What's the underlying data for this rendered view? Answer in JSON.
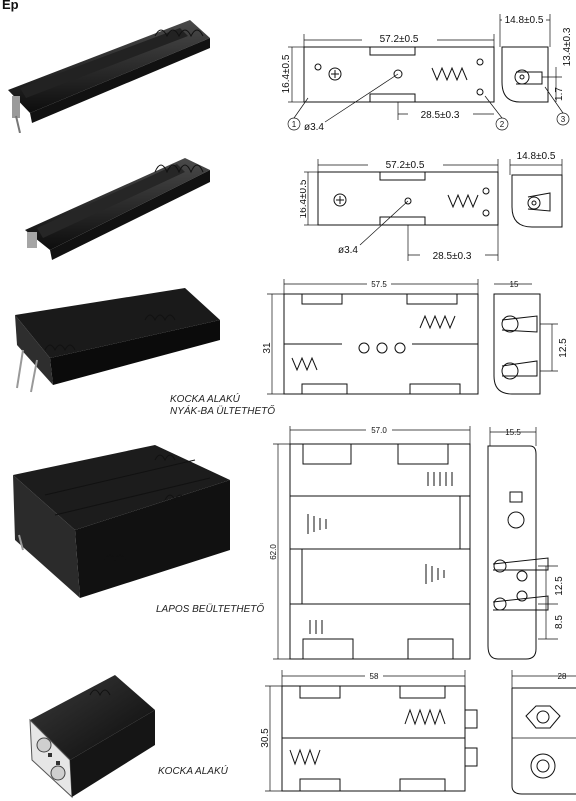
{
  "header": {
    "label": "Ep"
  },
  "rows": [
    {
      "id": "single-aa-holder-1",
      "caption": [],
      "dims": {
        "length": "57.2±0.5",
        "height": "16.4±0.5",
        "offset": "28.5±0.3",
        "hole": "ø3.4",
        "side_width": "14.8±0.5",
        "side_a": "13.4±0.3",
        "side_b": "1.7",
        "callout_1": "1",
        "callout_2": "2",
        "callout_3": "3"
      }
    },
    {
      "id": "single-aa-holder-2",
      "caption": [],
      "dims": {
        "length": "57.2±0.5",
        "height": "16.4±0.5",
        "offset": "28.5±0.3",
        "hole": "ø3.4",
        "side_width": "14.8±0.5"
      }
    },
    {
      "id": "double-aa-holder-cube-pcb",
      "caption": [
        "KOCKA ALAKÚ",
        "NYÁK-BA ÜLTETHETŐ"
      ],
      "dims": {
        "length": "57.5",
        "height": "31",
        "side_width": "15",
        "pin_pitch": "12.5"
      }
    },
    {
      "id": "quad-aa-holder-flat",
      "caption": [
        "LAPOS BEÜLTETHETŐ"
      ],
      "dims": {
        "length": "57.0",
        "height": "62.0",
        "side_width": "15.5",
        "pin_pitch": "12.5",
        "pin_offset": "8.5"
      }
    },
    {
      "id": "quad-aa-holder-cube",
      "caption": [
        "KOCKA ALAKÚ"
      ],
      "dims": {
        "length": "58",
        "height": "30.5",
        "side_width": "28"
      }
    }
  ]
}
